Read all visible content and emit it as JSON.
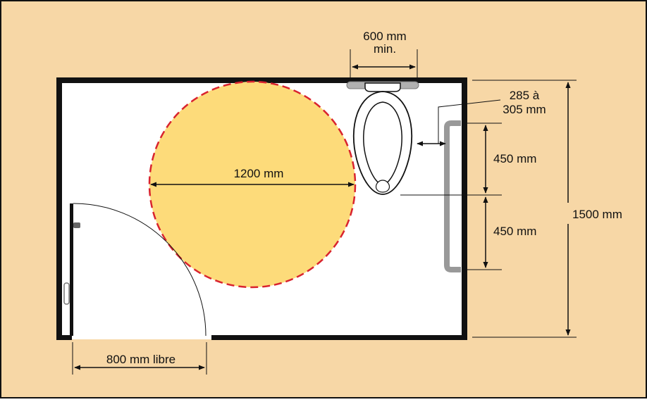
{
  "colors": {
    "background": "#f7d7a6",
    "frame": "#111111",
    "room_floor": "#ffffff",
    "wall": "#111111",
    "turning_circle_fill": "#fddb7a",
    "turning_circle_stroke": "#d9232e",
    "grab_bar": "#9a9a9a",
    "dimension_line": "#111111"
  },
  "icons": {
    "toilet": "toilet-icon",
    "grab_bar_back": "grab-bar-icon",
    "grab_bar_side": "grab-bar-icon",
    "door_handle": "door-handle-icon",
    "door_swing": "door-swing-arc"
  },
  "dimensions": {
    "toilet_width": {
      "line1": "600 mm",
      "line2": "min."
    },
    "toilet_center_offset": {
      "line1": "285 à",
      "line2": "305 mm"
    },
    "grab_bar_upper": "450 mm",
    "grab_bar_lower": "450 mm",
    "room_depth": "1500 mm",
    "turning_diameter": "1200 mm",
    "door_clear_width": "800 mm libre"
  }
}
